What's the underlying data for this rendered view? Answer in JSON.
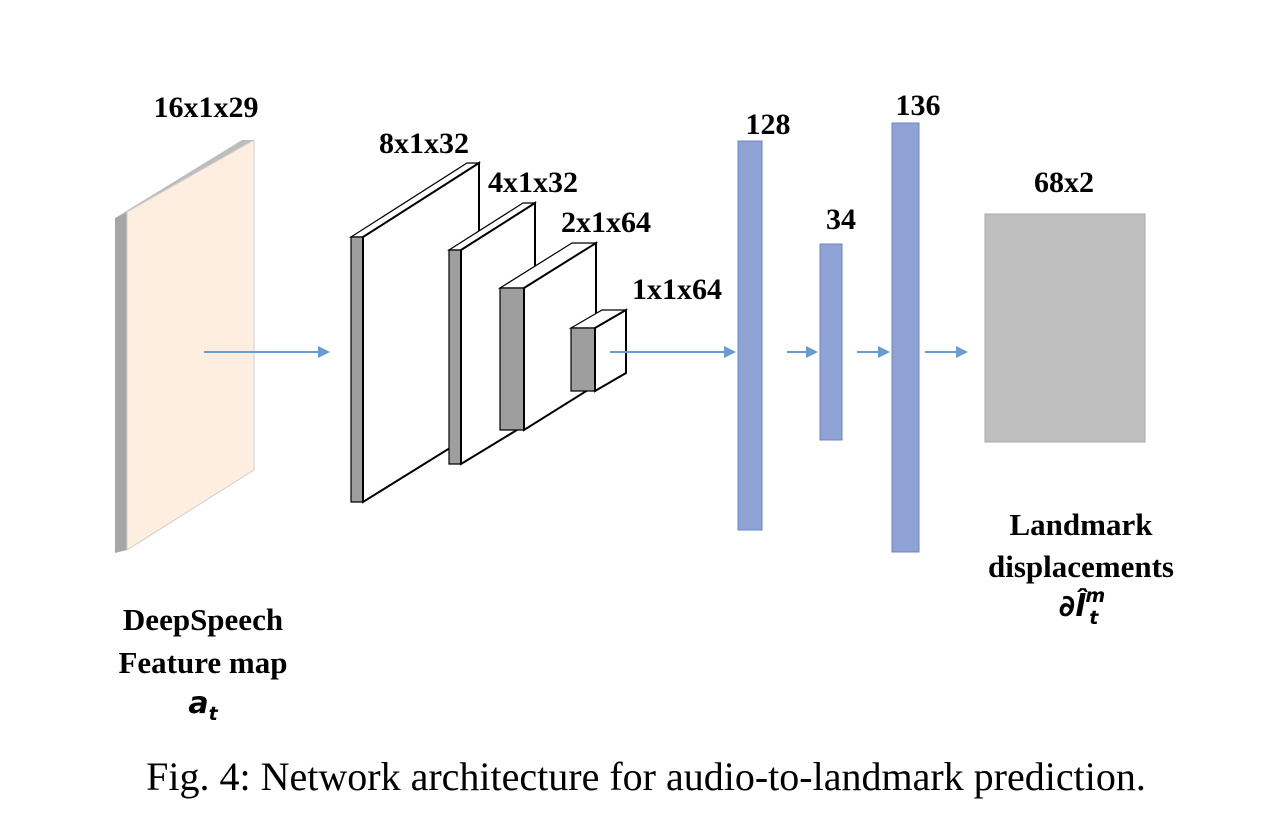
{
  "input": {
    "dims": "16x1x29",
    "caption_line1": "DeepSpeech",
    "caption_line2": "Feature map",
    "math_base": "a",
    "math_sub": "t"
  },
  "conv_layers": [
    {
      "dims": "8x1x32"
    },
    {
      "dims": "4x1x32"
    },
    {
      "dims": "2x1x64"
    },
    {
      "dims": "1x1x64"
    }
  ],
  "fc_layers": [
    {
      "units": "128"
    },
    {
      "units": "34"
    },
    {
      "units": "136"
    }
  ],
  "output": {
    "dims": "68x2",
    "caption_line1": "Landmark",
    "caption_line2": "displacements",
    "math_partial": "∂",
    "math_base": "l̂",
    "math_sub": "t",
    "math_sup": "m"
  },
  "figure_caption": "Fig. 4: Network architecture for audio-to-landmark prediction.",
  "colors": {
    "feature_map_face": "#fdeee0",
    "feature_map_edge": "#a6a6a6",
    "conv_face": "#ffffff",
    "conv_side": "#9e9e9e",
    "fc_layer": "#8ea2d4",
    "fc_layer_edge": "#6f86c2",
    "output_block": "#bfbfbf",
    "arrow": "#6a9bd1"
  }
}
